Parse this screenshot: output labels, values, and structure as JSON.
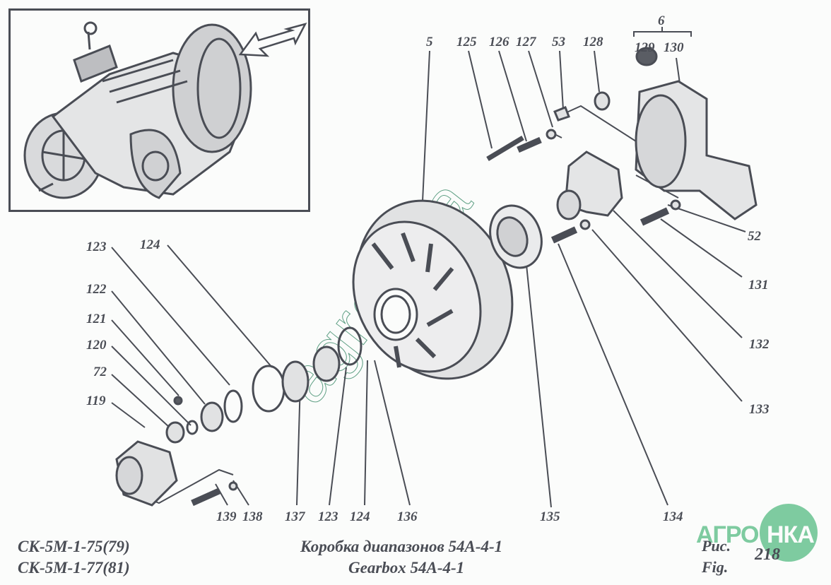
{
  "figure": {
    "title_ru": "Коробка диапазонов 54А-4-1",
    "title_en": "Gearbox 54A-4-1",
    "models": [
      "СК-5М-1-75(79)",
      "СК-5М-1-77(81)"
    ],
    "fig_label_ru": "Рис.",
    "fig_label_en": "Fig.",
    "fig_number": "218"
  },
  "watermark": {
    "text": "agronika",
    "color": "#3a8a68"
  },
  "logo": {
    "left_text": "АГРО",
    "right_text": "НКА",
    "color": "#7ecba0"
  },
  "inset": {
    "description": "assembled-gearbox-view",
    "arrow": "location-arrow"
  },
  "callouts": {
    "top": [
      "5",
      "125",
      "126",
      "127",
      "53",
      "128",
      "129",
      "130"
    ],
    "group_6": "6",
    "right": [
      "52",
      "131",
      "132",
      "133",
      "134"
    ],
    "left": [
      "123",
      "124",
      "122",
      "121",
      "120",
      "72",
      "119"
    ],
    "bottom": [
      "139",
      "138",
      "137",
      "123",
      "124",
      "136",
      "135"
    ]
  },
  "colors": {
    "ink": "#4a4d55",
    "background": "#fbfcfb",
    "brand": "#7ecba0"
  }
}
